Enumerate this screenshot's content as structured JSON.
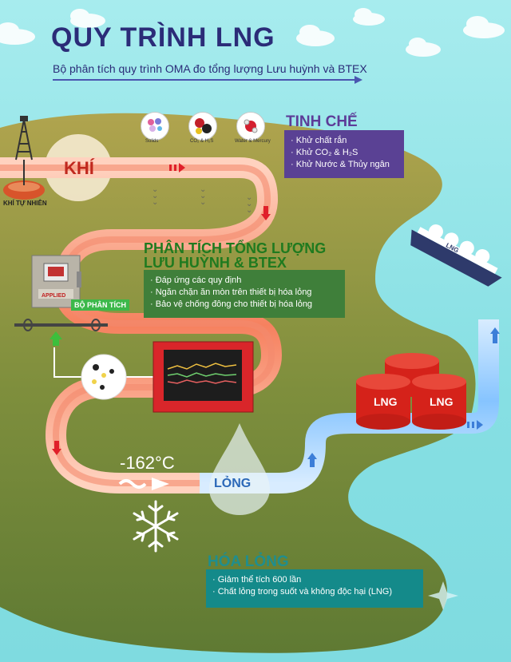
{
  "header": {
    "title": "QUY TRÌNH LNG",
    "subtitle": "Bộ phân tích quy trình OMA đo tổng lượng Lưu huỳnh và BTEX"
  },
  "source": {
    "label": "KHÍ TỰ NHIÊN",
    "gas_label": "KHÍ"
  },
  "purification": {
    "title": "TINH CHẾ",
    "items": [
      "Khử chất rắn",
      "Khử CO₂ & H₂S",
      "Khử Nước & Thủy ngân"
    ],
    "icons": [
      {
        "name": "solids-icon",
        "caption": "Solids"
      },
      {
        "name": "co2-h2s-icon",
        "caption": "CO₂ & H₂S"
      },
      {
        "name": "water-mercury-icon",
        "caption": "Water & Mercury"
      }
    ]
  },
  "analysis": {
    "title_line1": "PHÂN TÍCH TỔNG LƯỢNG",
    "title_line2": "LƯU HUỲNH & BTEX",
    "items": [
      "Đáp ứng các quy định",
      "Ngăn chặn ăn mòn trên thiết bị hóa lỏng",
      "Bảo vệ chống đông cho thiết bị hóa lỏng"
    ],
    "analyzer_label": "BỘ PHÂN TÍCH",
    "analyzer_brand": "APPLIED"
  },
  "liquefaction": {
    "temperature": "-162°C",
    "liquid_label": "LỎNG",
    "title": "HÓA LỎNG",
    "items": [
      "Giảm thể tích 600 lần",
      "Chất lỏng trong suốt và không độc hại (LNG)"
    ]
  },
  "storage": {
    "tank_label": "LNG",
    "ship_label": "LNG"
  },
  "colors": {
    "title": "#2b2c78",
    "purple_box": "#5a4194",
    "green_box": "#3f7f3a",
    "teal_box": "#148a8a",
    "gas_pipe": "#f48a6e",
    "liquid_pipe": "#7fc0ff",
    "land": "#7b8a3b",
    "tank": "#d5221a"
  }
}
